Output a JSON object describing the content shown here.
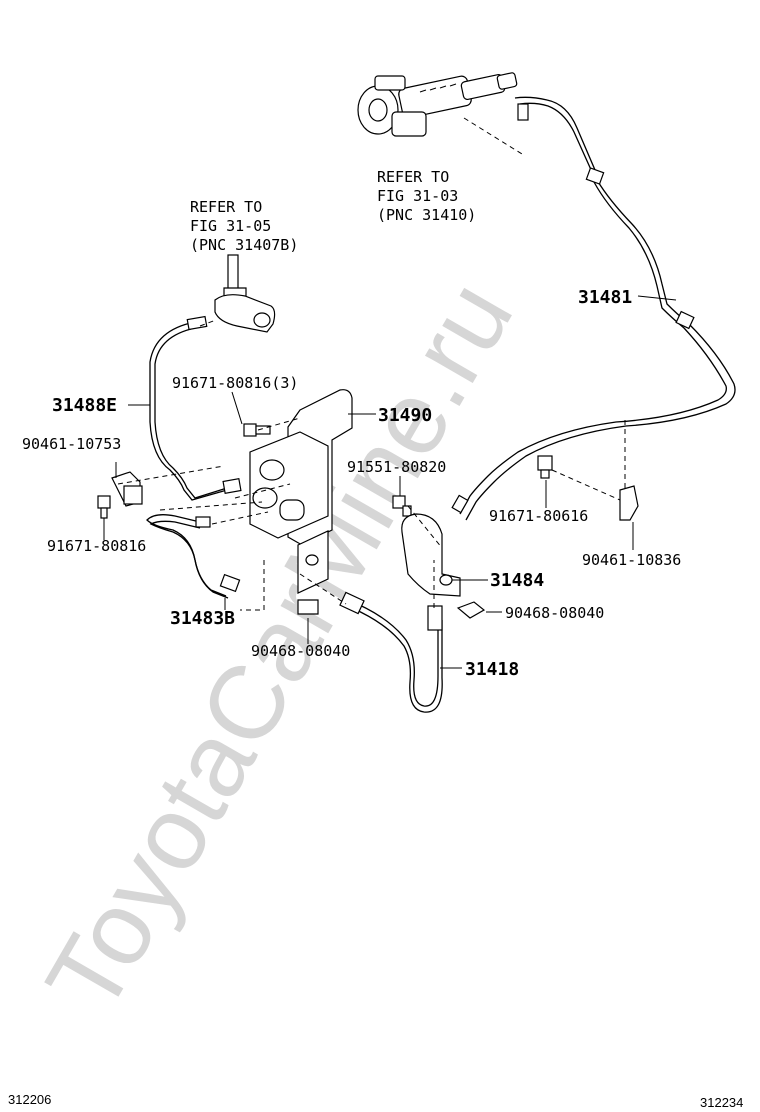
{
  "watermark": "ToyotaCarMine.ru",
  "references": {
    "clutch_master": [
      "REFER TO",
      "FIG 31-03",
      "(PNC 31410)"
    ],
    "release_cylinder": [
      "REFER TO",
      "FIG 31-05",
      "(PNC 31407B)"
    ]
  },
  "part_labels": {
    "p31481": "31481",
    "p31488e": "31488E",
    "p91671_80816_3": "91671-80816(3)",
    "p31490": "31490",
    "p90461_10753": "90461-10753",
    "p91551_80820": "91551-80820",
    "p91671_80616": "91671-80616",
    "p91671_80816": "91671-80816",
    "p90461_10836": "90461-10836",
    "p31484": "31484",
    "p31483b": "31483B",
    "p90468_08040_right": "90468-08040",
    "p90468_08040_bottom": "90468-08040",
    "p31418": "31418"
  },
  "footer": {
    "left_code": "312206",
    "right_code": "312234"
  }
}
